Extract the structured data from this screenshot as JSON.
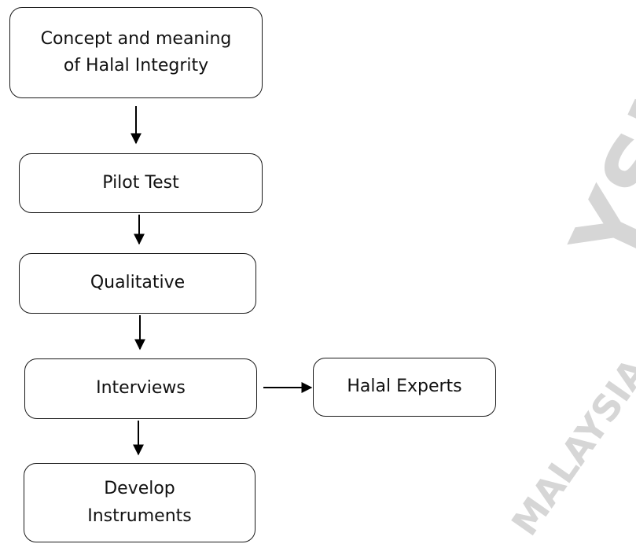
{
  "nodes": {
    "concept": "Concept and meaning\nof Halal Integrity",
    "pilot": "Pilot Test",
    "qualitative": "Qualitative",
    "interviews": "Interviews",
    "experts": "Halal Experts",
    "develop": "Develop\nInstruments"
  },
  "edges": [
    {
      "from": "concept",
      "to": "pilot"
    },
    {
      "from": "pilot",
      "to": "qualitative"
    },
    {
      "from": "qualitative",
      "to": "interviews"
    },
    {
      "from": "interviews",
      "to": "develop"
    },
    {
      "from": "interviews",
      "to": "experts"
    }
  ],
  "watermark": {
    "main": "YSIA",
    "secondary": "MALAYSIA"
  }
}
